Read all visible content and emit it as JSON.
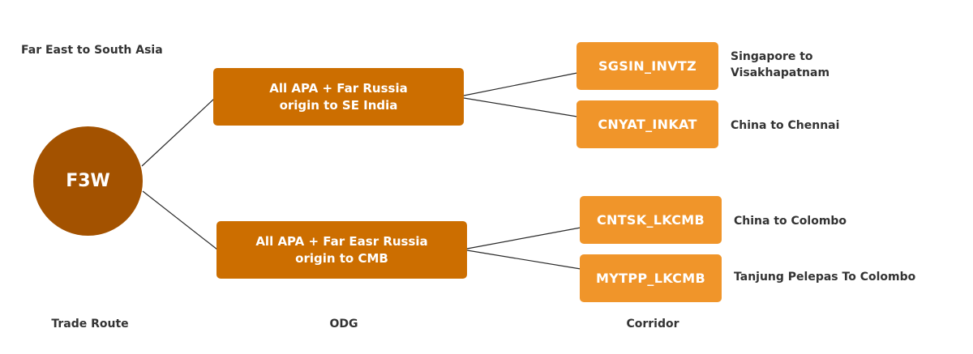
{
  "heading": "Far East to South Asia",
  "root": {
    "label": "F3W"
  },
  "odgs": [
    {
      "line1": "All APA + Far Russia",
      "line2": "origin to SE India"
    },
    {
      "line1": "All APA + Far Easr Russia",
      "line2": "origin to CMB"
    }
  ],
  "corridors": [
    {
      "code": "SGSIN_INVTZ",
      "desc_line1": "Singapore to",
      "desc_line2": "Visakhapatnam"
    },
    {
      "code": "CNYAT_INKAT",
      "desc_line1": "China to Chennai",
      "desc_line2": ""
    },
    {
      "code": "CNTSK_LKCMB",
      "desc_line1": "China to Colombo",
      "desc_line2": ""
    },
    {
      "code": "MYTPP_LKCMB",
      "desc_line1": "Tanjung Pelepas To Colombo",
      "desc_line2": ""
    }
  ],
  "columns": {
    "trade_route": "Trade Route",
    "odg": "ODG",
    "corridor": "Corridor"
  },
  "colors": {
    "root": "#a35200",
    "odg": "#cc6e00",
    "corridor": "#f0952a",
    "text": "#333333",
    "connector": "#2a2a2a"
  }
}
